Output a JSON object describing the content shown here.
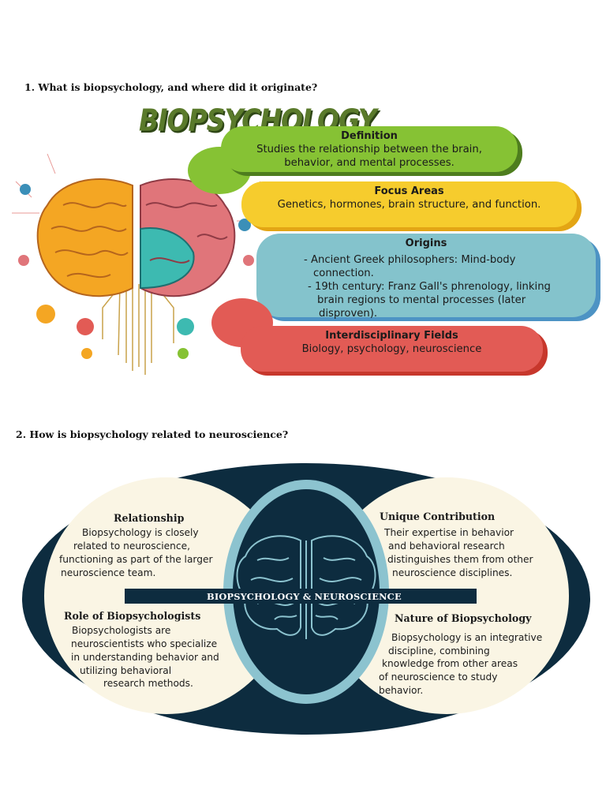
{
  "section1": {
    "question": "1. What is biopsychology, and where did it originate?",
    "title": "BIOPSYCHOLOGY",
    "definition": {
      "heading": "Definition",
      "line1": "Studies the relationship between the brain,",
      "line2": "behavior, and mental processes."
    },
    "focus": {
      "heading": "Focus Areas",
      "text": "Genetics, hormones, brain structure, and function."
    },
    "origins": {
      "heading": "Origins",
      "lines": [
        "- Ancient Greek philosophers: Mind-body",
        "connection.",
        "- 19th century: Franz Gall's phrenology, linking",
        "brain regions to mental processes (later",
        "disproven)."
      ]
    },
    "interdisciplinary": {
      "heading": "Interdisciplinary Fields",
      "text": "Biology, psychology, neuroscience"
    },
    "colors": {
      "green": "#86c234",
      "yellow": "#f6cc2d",
      "blue": "#84c3cc",
      "red": "#e25b55"
    }
  },
  "section2": {
    "question": "2. How is biopsychology related to neuroscience?",
    "banner": "BIOPSYCHOLOGY & NEUROSCIENCE",
    "relationship": {
      "heading": "Relationship",
      "lines": [
        "Biopsychology is closely",
        "related to neuroscience,",
        "functioning as part of the larger",
        "neuroscience team."
      ]
    },
    "unique": {
      "heading": "Unique Contribution",
      "lines": [
        "Their expertise in behavior",
        "and behavioral research",
        "distinguishes them from other",
        "neuroscience disciplines."
      ]
    },
    "role": {
      "heading": "Role of Biopsychologists",
      "lines": [
        "Biopsychologists are",
        "neuroscientists who specialize",
        "in understanding behavior and",
        "utilizing behavioral",
        "research methods."
      ]
    },
    "nature": {
      "heading": "Nature of Biopsychology",
      "lines": [
        "Biopsychology is an integrative",
        "discipline, combining",
        "knowledge from other areas",
        "of neuroscience to study",
        "behavior."
      ]
    },
    "colors": {
      "navy": "#0d2c3f",
      "cream": "#faf5e4",
      "teal": "#8cc3cf"
    }
  }
}
